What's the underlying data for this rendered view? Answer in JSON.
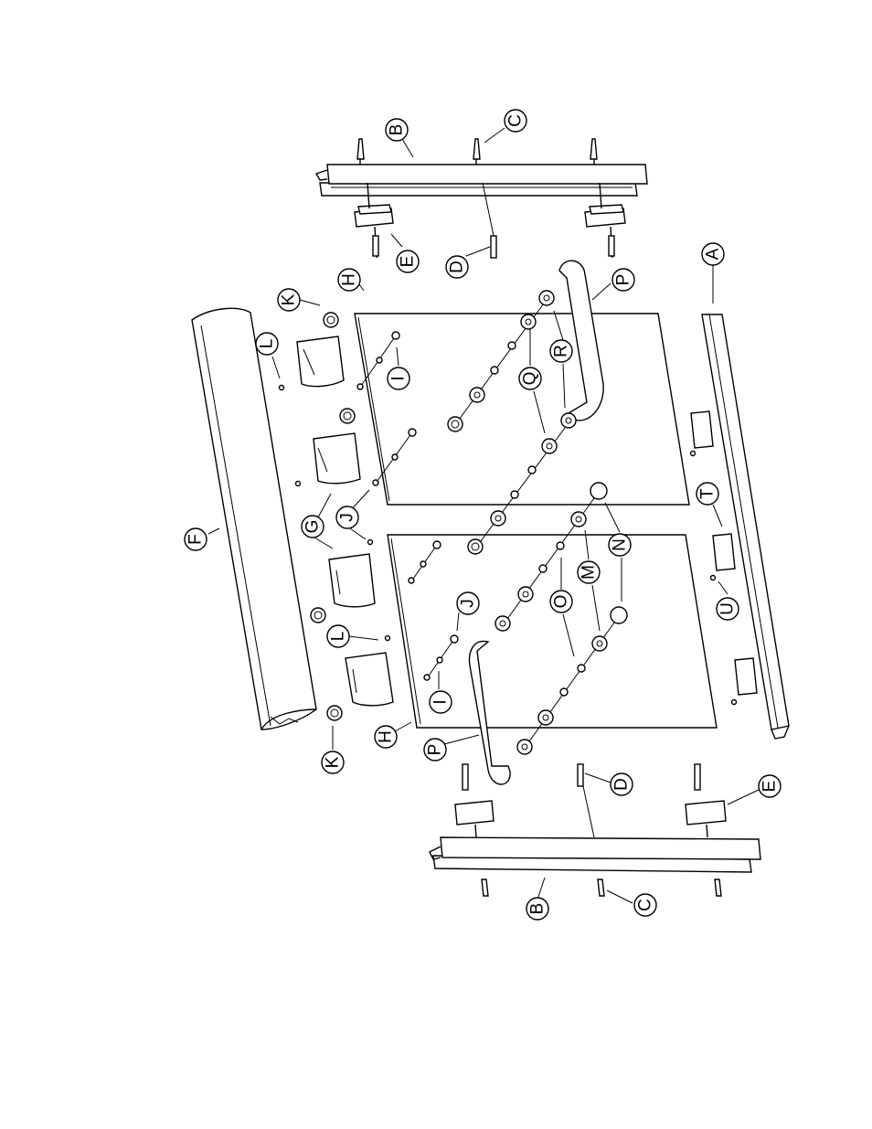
{
  "figure": {
    "callouts": [
      {
        "id": "A",
        "label": "A"
      },
      {
        "id": "B-top",
        "label": "B"
      },
      {
        "id": "C-top",
        "label": "C"
      },
      {
        "id": "D-top",
        "label": "D"
      },
      {
        "id": "E-top",
        "label": "E"
      },
      {
        "id": "F",
        "label": "F"
      },
      {
        "id": "G",
        "label": "G"
      },
      {
        "id": "H-top",
        "label": "H"
      },
      {
        "id": "I-top",
        "label": "I"
      },
      {
        "id": "J-top",
        "label": "J"
      },
      {
        "id": "K-top",
        "label": "K"
      },
      {
        "id": "L-top",
        "label": "L"
      },
      {
        "id": "L-bottom",
        "label": "L"
      },
      {
        "id": "M",
        "label": "M"
      },
      {
        "id": "N",
        "label": "N"
      },
      {
        "id": "O",
        "label": "O"
      },
      {
        "id": "P-top",
        "label": "P"
      },
      {
        "id": "Q",
        "label": "Q"
      },
      {
        "id": "R",
        "label": "R"
      },
      {
        "id": "T",
        "label": "T"
      },
      {
        "id": "U",
        "label": "U"
      },
      {
        "id": "J-bottom",
        "label": "J"
      },
      {
        "id": "I-bottom",
        "label": "I"
      },
      {
        "id": "H-bottom",
        "label": "H"
      },
      {
        "id": "P-bottom",
        "label": "P"
      },
      {
        "id": "K-bottom",
        "label": "K"
      },
      {
        "id": "D-bottom",
        "label": "D"
      },
      {
        "id": "E-bottom",
        "label": "E"
      },
      {
        "id": "B-bottom",
        "label": "B"
      },
      {
        "id": "C-bottom",
        "label": "C"
      }
    ]
  }
}
